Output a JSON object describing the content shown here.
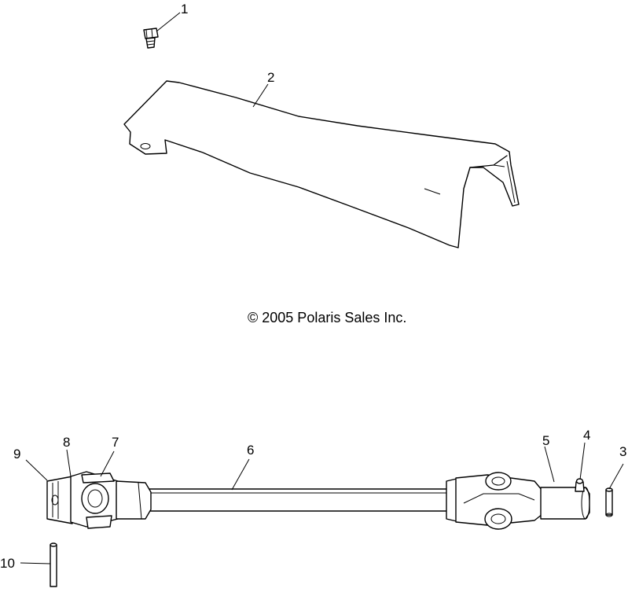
{
  "diagram": {
    "copyright": "© 2005 Polaris Sales Inc.",
    "callouts": [
      "1",
      "2",
      "3",
      "4",
      "5",
      "6",
      "7",
      "8",
      "9",
      "10"
    ]
  }
}
